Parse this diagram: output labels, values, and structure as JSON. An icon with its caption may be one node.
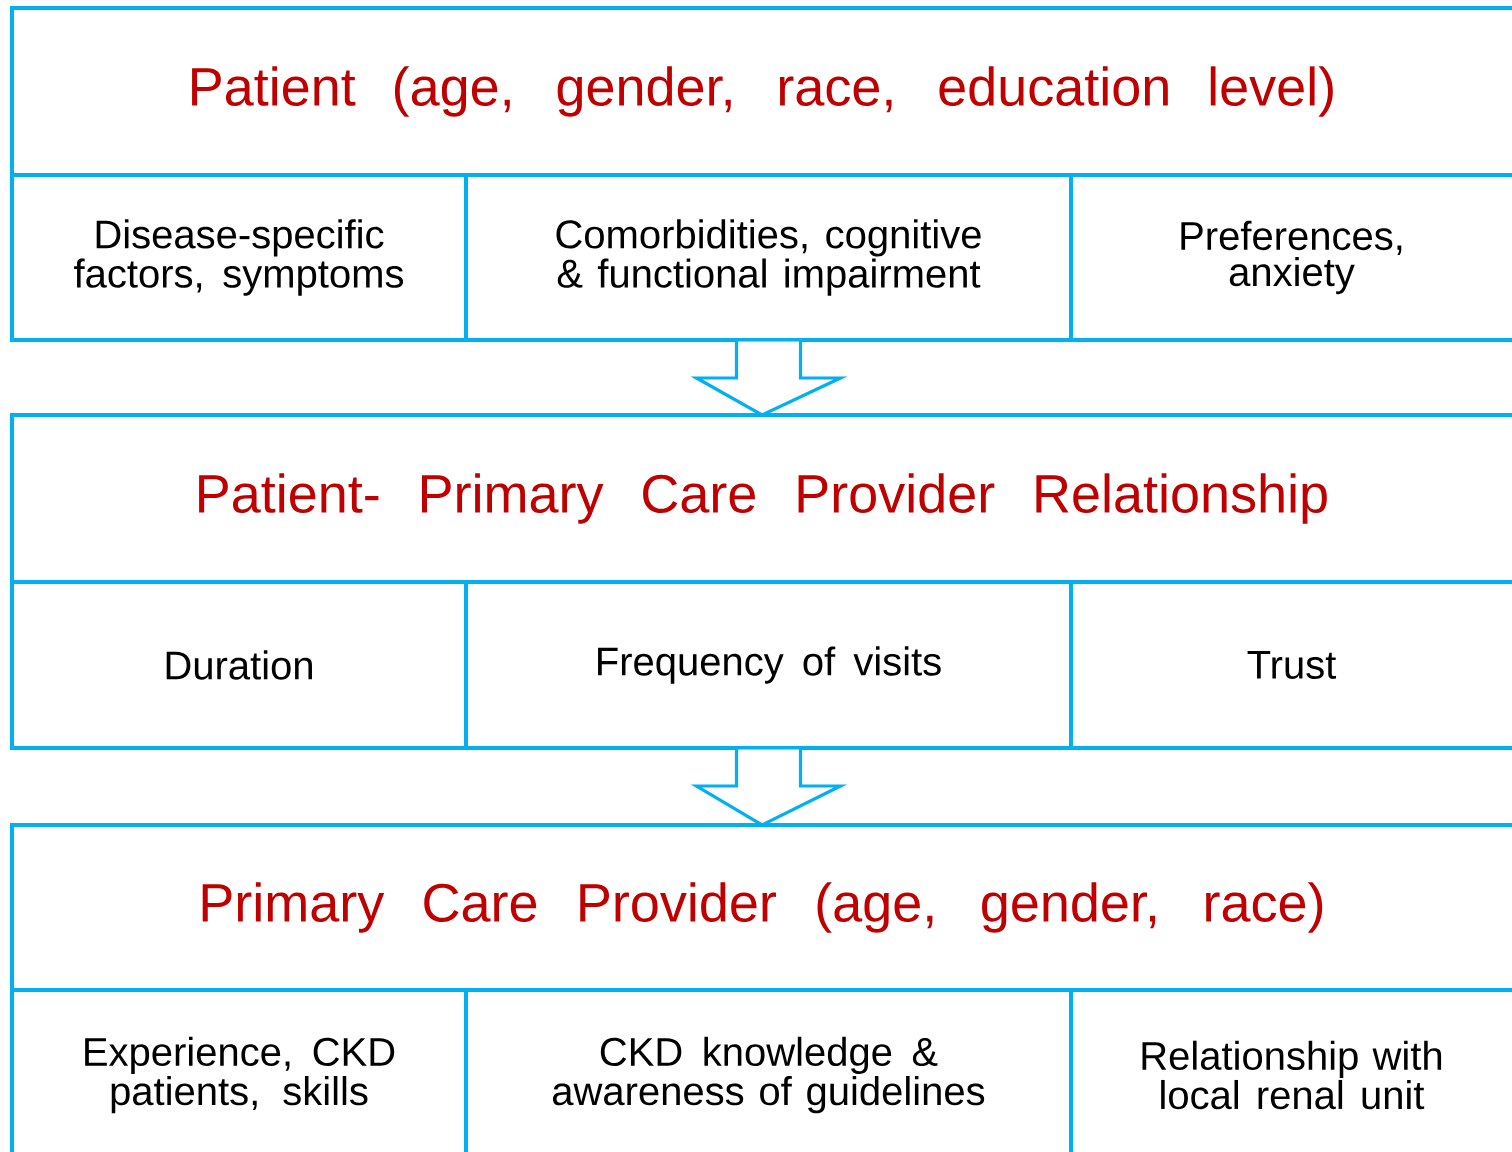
{
  "diagram": {
    "nodes": [
      {
        "text": [
          "Patient (age, gender, race, education level)"
        ]
      },
      {
        "text": [
          "Disease-specific factors, symptoms"
        ]
      },
      {
        "text": [
          "Comorbidities, cognitive & functional impairment"
        ]
      },
      {
        "text": [
          "Preferences, anxiety"
        ]
      },
      {
        "text": [
          "Patient- Primary Care Provider Relationship"
        ]
      },
      {
        "text": [
          "Duration"
        ]
      },
      {
        "text": [
          "Frequency of visits"
        ]
      },
      {
        "text": [
          "Trust"
        ]
      },
      {
        "text": [
          "Primary Care Provider (age, gender, race)"
        ]
      },
      {
        "text": [
          "Experience, CKD patients, skills"
        ]
      },
      {
        "text": [
          "CKD knowledge & awareness of guidelines"
        ]
      },
      {
        "text": [
          "Relationship with local renal unit"
        ]
      }
    ],
    "edges": [
      {
        "from": 2,
        "to": 4,
        "arrow": "to"
      },
      {
        "from": 6,
        "to": 8,
        "arrow": "to"
      }
    ]
  }
}
